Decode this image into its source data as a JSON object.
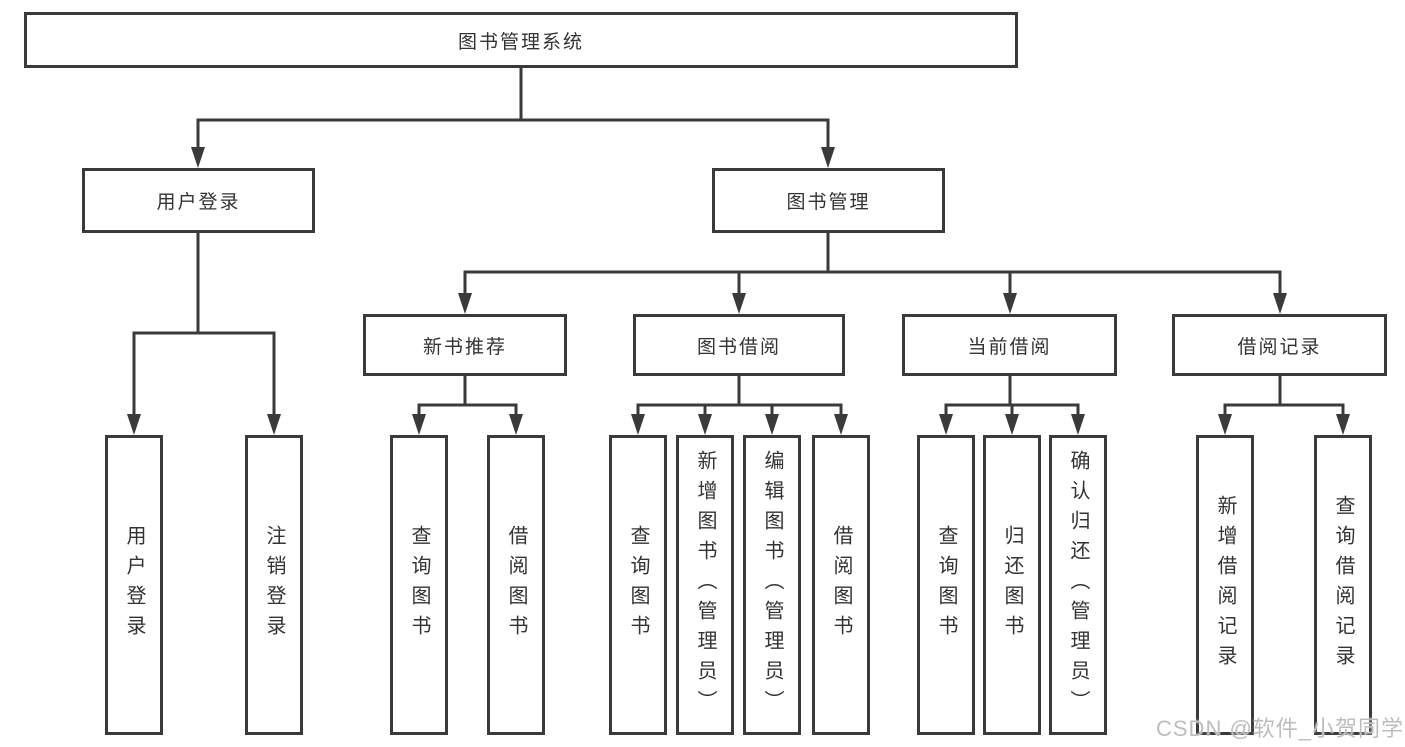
{
  "diagram": {
    "root": {
      "label": "图书管理系统"
    },
    "branches": [
      {
        "label": "用户登录",
        "children": [
          {
            "label": "用户登录"
          },
          {
            "label": "注销登录"
          }
        ]
      },
      {
        "label": "图书管理",
        "children": [
          {
            "label": "新书推荐",
            "children": [
              {
                "label": "查询图书"
              },
              {
                "label": "借阅图书"
              }
            ]
          },
          {
            "label": "图书借阅",
            "children": [
              {
                "label": "查询图书"
              },
              {
                "label": "新增图书（管理员）"
              },
              {
                "label": "编辑图书（管理员）"
              },
              {
                "label": "借阅图书"
              }
            ]
          },
          {
            "label": "当前借阅",
            "children": [
              {
                "label": "查询图书"
              },
              {
                "label": "归还图书"
              },
              {
                "label": "确认归还（管理员）"
              }
            ]
          },
          {
            "label": "借阅记录",
            "children": [
              {
                "label": "新增借阅记录"
              },
              {
                "label": "查询借阅记录"
              }
            ]
          }
        ]
      }
    ]
  },
  "watermark": {
    "text": "CSDN @软件_小贺同学"
  },
  "colors": {
    "line": "#3a3a3a",
    "text": "#333333",
    "watermark": "#bdbdbd",
    "background": "#ffffff"
  }
}
